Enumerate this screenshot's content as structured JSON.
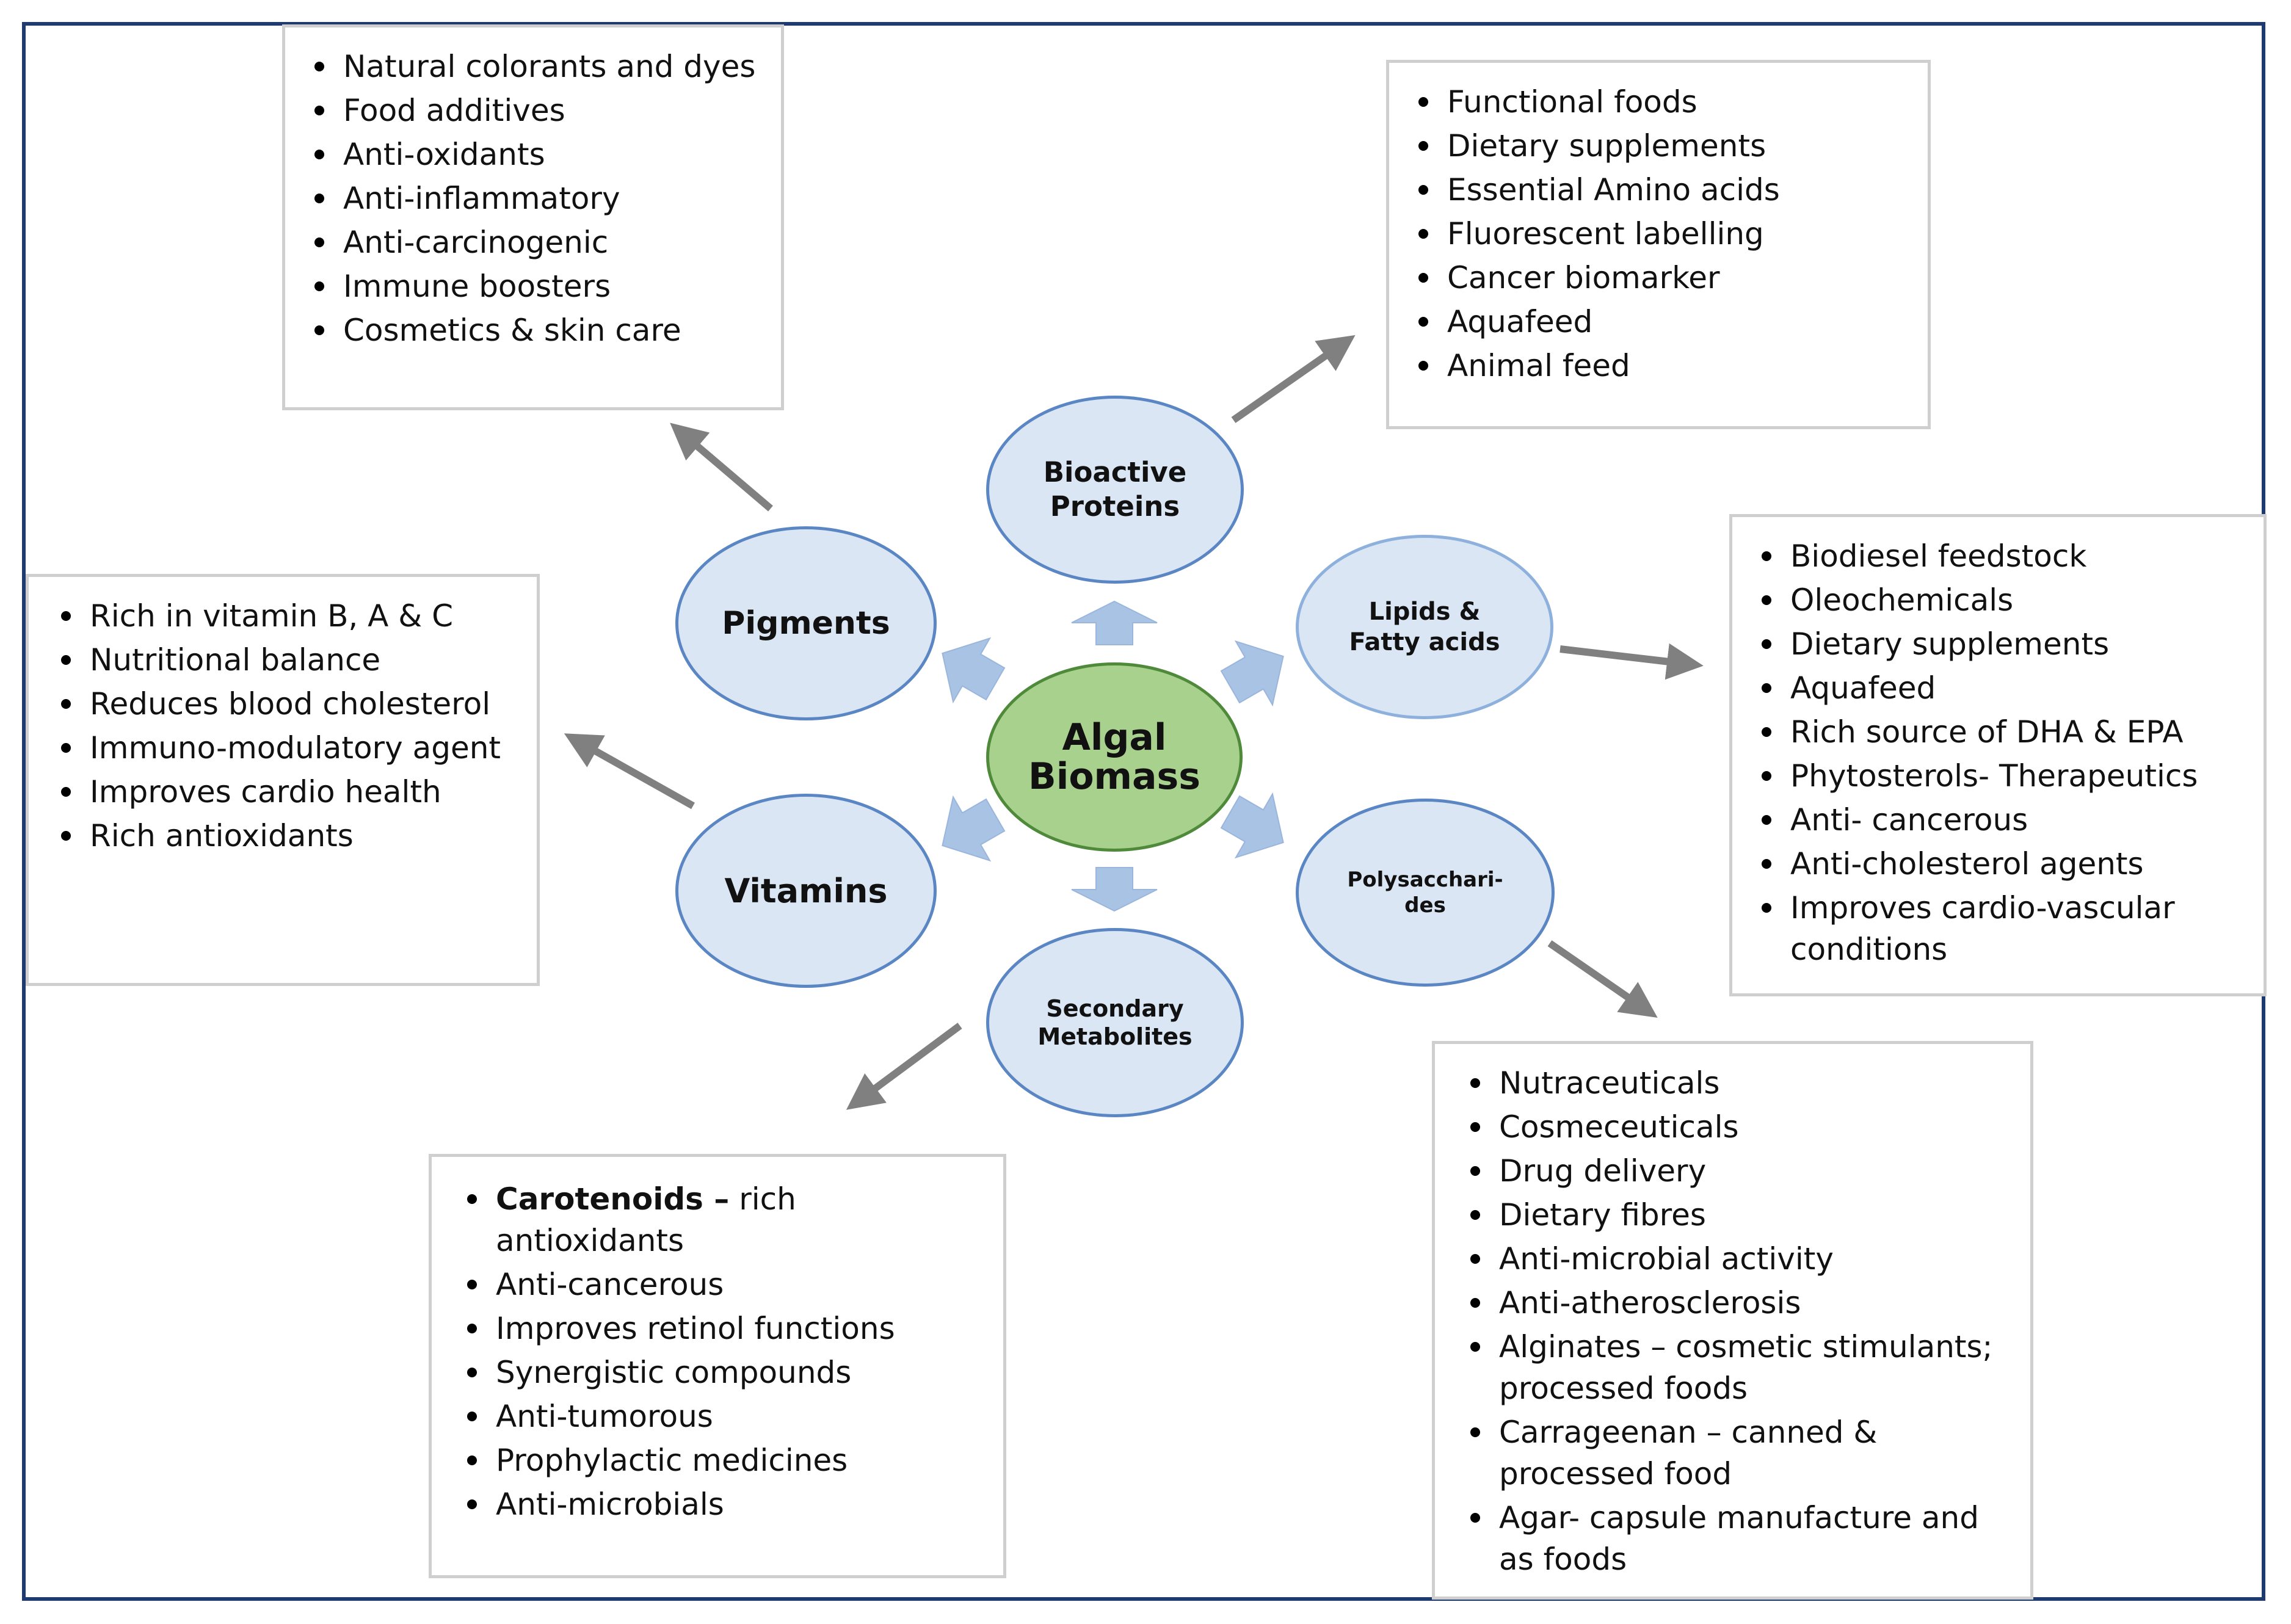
{
  "center": {
    "label": "Algal\nBiomass"
  },
  "nodes": {
    "pigments": "Pigments",
    "bioactive_proteins": "Bioactive\nProteins",
    "lipids": "Lipids &\nFatty acids",
    "polysaccharides": "Polysacchari-\ndes",
    "secondary_metabolites": "Secondary\nMetabolites",
    "vitamins": "Vitamins"
  },
  "boxes": {
    "pigments": [
      "Natural colorants and dyes",
      "Food additives",
      "Anti-oxidants",
      "Anti-inflammatory",
      "Anti-carcinogenic",
      "Immune boosters",
      "Cosmetics & skin care"
    ],
    "proteins": [
      "Functional foods",
      "Dietary supplements",
      "Essential Amino acids",
      "Fluorescent labelling",
      "Cancer biomarker",
      "Aquafeed",
      "Animal feed"
    ],
    "vitamins": [
      "Rich in vitamin B, A & C",
      "Nutritional balance",
      "Reduces blood cholesterol",
      "Immuno-modulatory agent",
      "Improves cardio health",
      "Rich antioxidants"
    ],
    "lipids": [
      "Biodiesel feedstock",
      "Oleochemicals",
      "Dietary supplements",
      "Aquafeed",
      "Rich source of DHA & EPA",
      "Phytosterols- Therapeutics",
      "Anti- cancerous",
      "Anti-cholesterol agents",
      "Improves cardio-vascular conditions"
    ],
    "secondary_bold": "Carotenoids –",
    "secondary_first_rest": " rich antioxidants",
    "secondary": [
      "Anti-cancerous",
      "Improves retinol functions",
      "Synergistic compounds",
      "Anti-tumorous",
      "Prophylactic medicines",
      "Anti-microbials"
    ],
    "polysaccharides": [
      "Nutraceuticals",
      "Cosmeceuticals",
      "Drug delivery",
      "Dietary fibres",
      "Anti-microbial activity",
      "Anti-atherosclerosis",
      "Alginates – cosmetic stimulants; processed foods",
      "Carrageenan – canned & processed food",
      "Agar- capsule manufacture and as foods"
    ]
  },
  "colors": {
    "frame": "#1f3a6e",
    "node_fill": "#dbe6f4",
    "node_border": "#5b86c4",
    "center_fill": "#a9d18e",
    "center_border": "#4f8a3a",
    "block_arrow": "#a9c3e5",
    "line_arrow": "#808080"
  }
}
